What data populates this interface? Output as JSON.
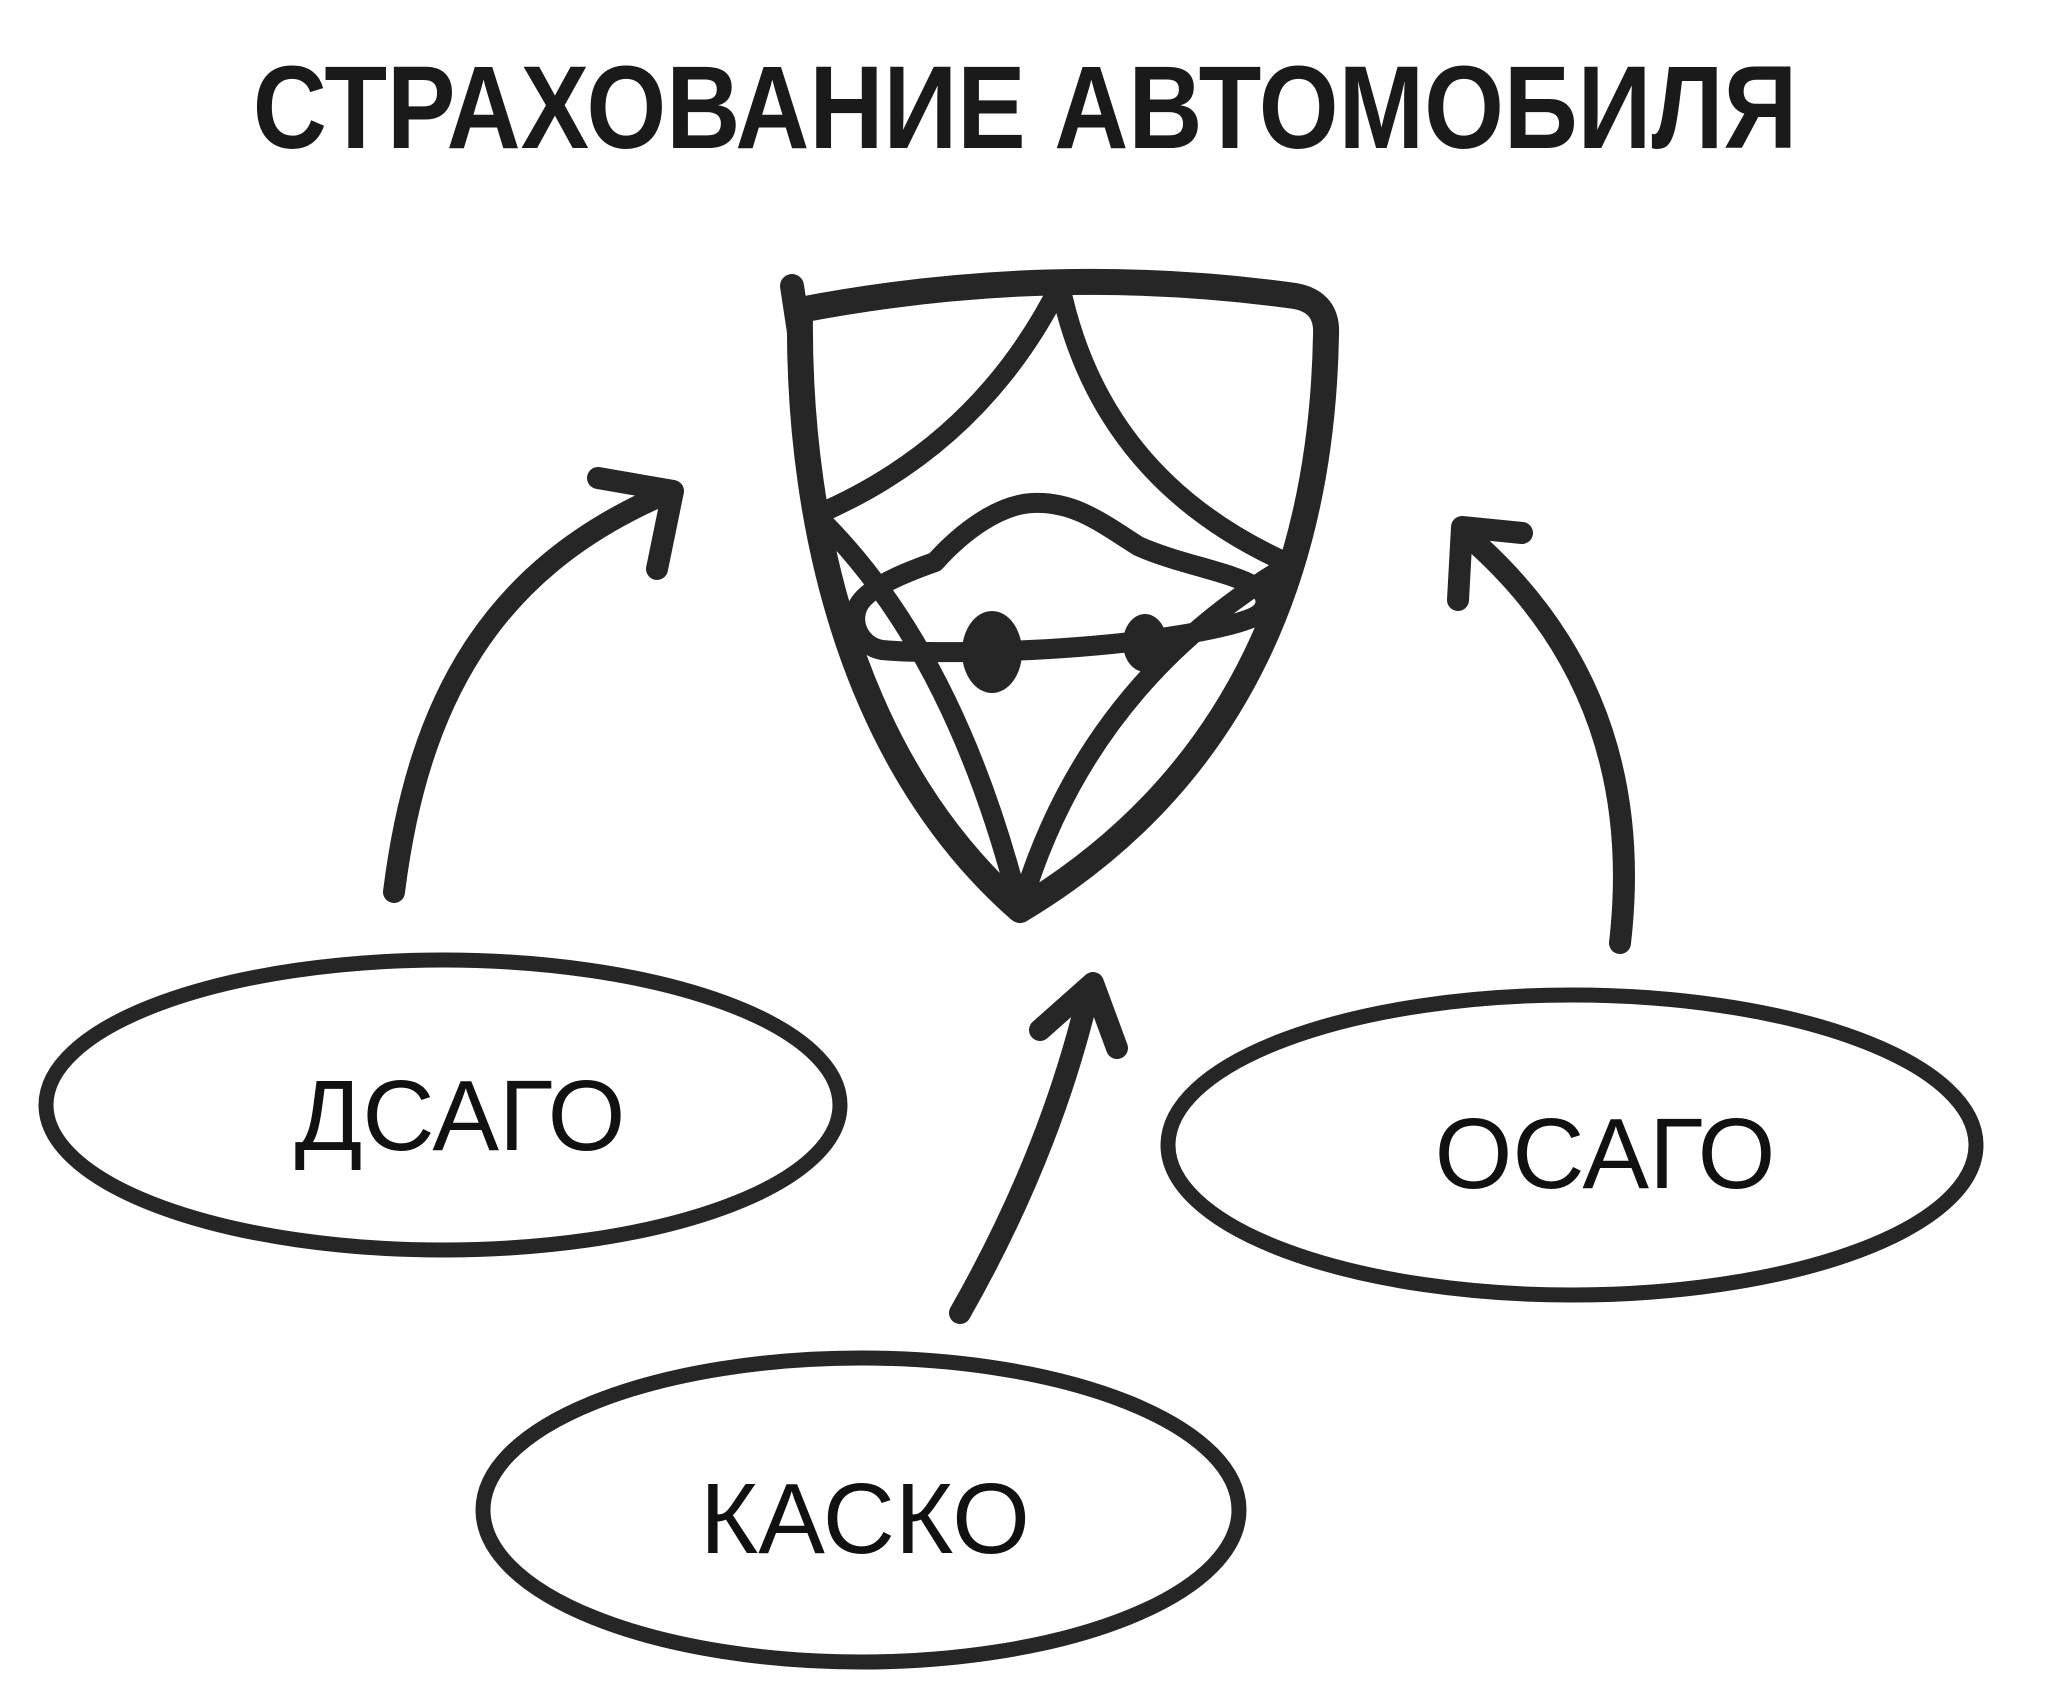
{
  "title": "СТРАХОВАНИЕ АВТОМОБИЛЯ",
  "diagram": {
    "type": "hand-drawn infographic",
    "center_icon": "shield-with-car-icon",
    "center_meaning": "застрахованный автомобиль под защитой",
    "nodes": [
      {
        "label": "ДСАГО",
        "shape": "ellipse",
        "position": "left"
      },
      {
        "label": "ОСАГО",
        "shape": "ellipse",
        "position": "right"
      },
      {
        "label": "КАСКО",
        "shape": "ellipse",
        "position": "bottom-center"
      }
    ],
    "arrows": [
      {
        "from": "ДСАГО",
        "to": "shield"
      },
      {
        "from": "КАСКО",
        "to": "shield"
      },
      {
        "from": "ОСАГО",
        "to": "shield"
      }
    ]
  },
  "colors": {
    "ink": "#262626",
    "shield_blue": "#92C6F1",
    "car_red": "#C4402B",
    "background": "#FFFFFF",
    "text": "#1A1A1A"
  }
}
